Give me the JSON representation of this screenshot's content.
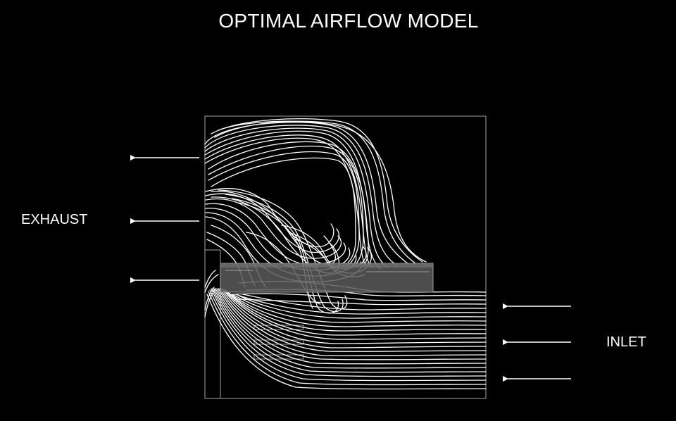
{
  "title": "OPTIMAL AIRFLOW MODEL",
  "labels": {
    "exhaust": "EXHAUST",
    "inlet": "INLET"
  },
  "colors": {
    "background": "#000000",
    "streamline": "#ffffff",
    "enclosure": "#8a8a8a",
    "component": "#5a5a5a"
  }
}
